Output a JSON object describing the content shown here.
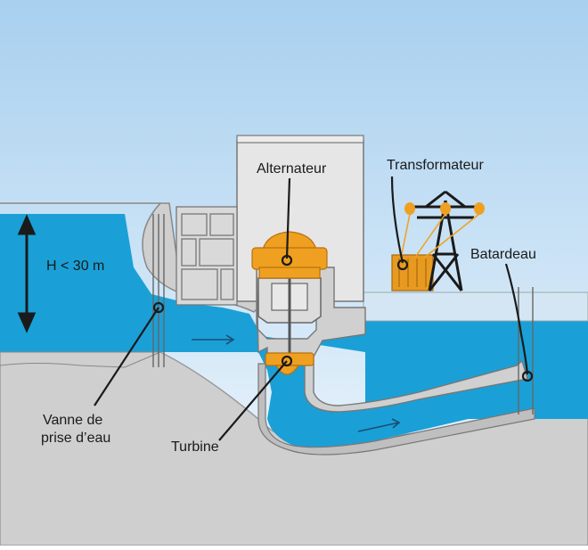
{
  "labels": {
    "alternateur": "Alternateur",
    "transformateur": "Transformateur",
    "batardeau": "Batardeau",
    "head": "H < 30 m",
    "vanne_line1": "Vanne de",
    "vanne_line2": "prise d’eau",
    "turbine": "Turbine"
  },
  "colors": {
    "sky_top": "#a8d0ef",
    "sky_bottom": "#f2f8fd",
    "water": "#1aa0d6",
    "concrete": "#d9d9d9",
    "concrete_dark": "#bfbfbf",
    "ground": "#cfcfcf",
    "equipment": "#f0a020",
    "building": "#e6e6e6",
    "pylon": "#1a1a1a"
  }
}
